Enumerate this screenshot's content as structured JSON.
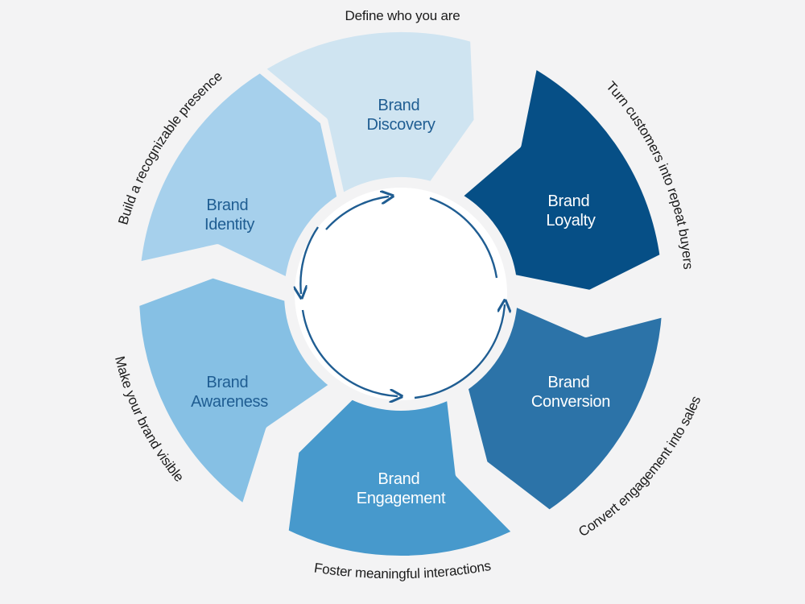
{
  "diagram": {
    "type": "cycle",
    "stages": [
      {
        "key": "discovery",
        "label_line1": "Brand",
        "label_line2": "Discovery",
        "caption": "Define who you are",
        "fill": "#cfe4f1",
        "text_color": "#1f5d92"
      },
      {
        "key": "loyalty",
        "label_line1": "Brand",
        "label_line2": "Loyalty",
        "caption": "Turn customers into  repeat buyers",
        "fill": "#064f86",
        "text_color": "#ffffff"
      },
      {
        "key": "conversion",
        "label_line1": "Brand",
        "label_line2": "Conversion",
        "caption": "Convert engagement into sales",
        "fill": "#2c73a8",
        "text_color": "#ffffff"
      },
      {
        "key": "engagement",
        "label_line1": "Brand",
        "label_line2": "Engagement",
        "caption": "Foster meaningful interactions",
        "fill": "#4799cc",
        "text_color": "#ffffff"
      },
      {
        "key": "awareness",
        "label_line1": "Brand",
        "label_line2": "Awareness",
        "caption": "Make your brand visible",
        "fill": "#86c0e4",
        "text_color": "#1f5d92"
      },
      {
        "key": "identity",
        "label_line1": "Brand",
        "label_line2": "Identity",
        "caption": "Build a recognizable presence",
        "fill": "#a6d0ec",
        "text_color": "#1f5d92"
      }
    ],
    "inner_arrow_color": "#1f5d92"
  }
}
